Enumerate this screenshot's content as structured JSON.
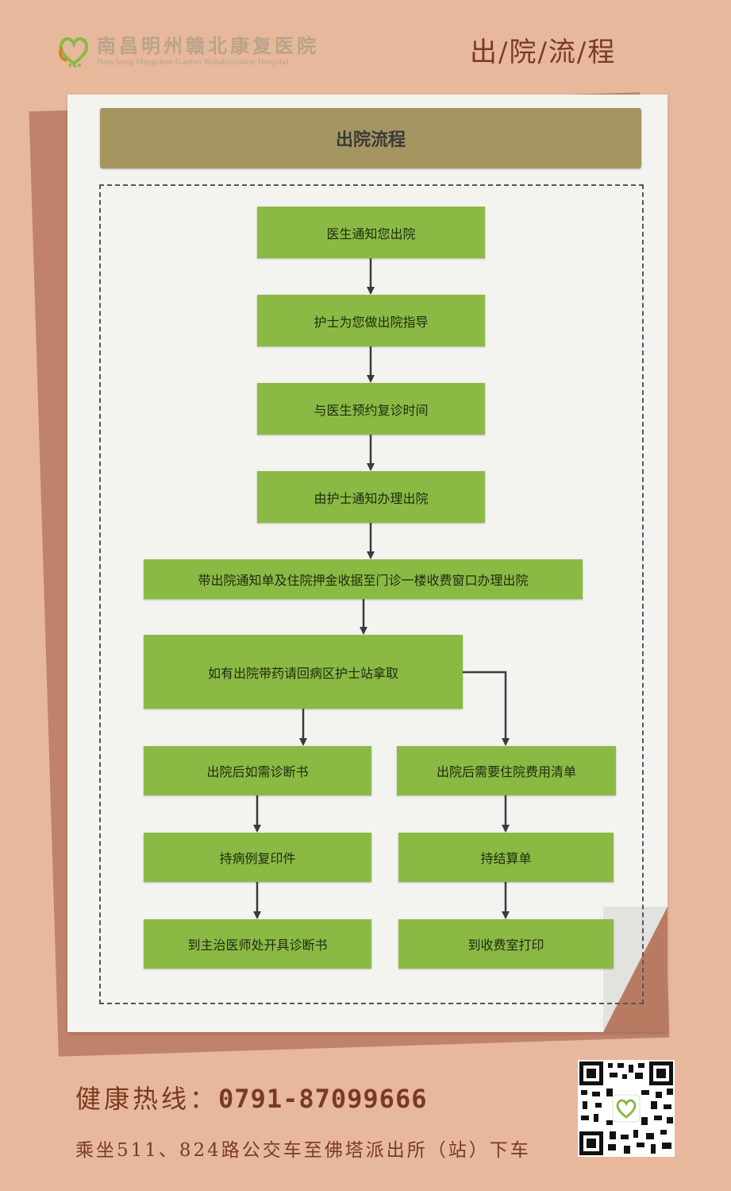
{
  "header": {
    "hospital_name_cn": "南昌明州赣北康复医院",
    "hospital_name_en": "Nanchang Mingzhou Ganbei Rehabilitation Hospital",
    "page_heading": "出/院/流/程"
  },
  "flow": {
    "title": "出院流程",
    "steps": [
      "医生通知您出院",
      "护士为您做出院指导",
      "与医生预约复诊时间",
      "由护士通知办理出院",
      "带出院通知单及住院押金收据至门诊一楼收费窗口办理出院",
      "如有出院带药请回病区护士站拿取"
    ],
    "left_branch": [
      "出院后如需诊断书",
      "持病例复印件",
      "到主治医师处开具诊断书"
    ],
    "right_branch": [
      "出院后需要住院费用清单",
      "持结算单",
      "到收费室打印"
    ]
  },
  "footer": {
    "hotline_label": "健康热线：",
    "hotline_number": "0791-87099666",
    "bus_info": "乘坐511、824路公交车至佛塔派出所（站）下车"
  },
  "colors": {
    "background": "#e7b89c",
    "node_green": "#8aba44",
    "title_bar": "#a59561",
    "accent_brown": "#7b3a20"
  },
  "icons": {
    "logo": "heart-leaf-logo-icon",
    "qr": "qr-code-icon"
  }
}
